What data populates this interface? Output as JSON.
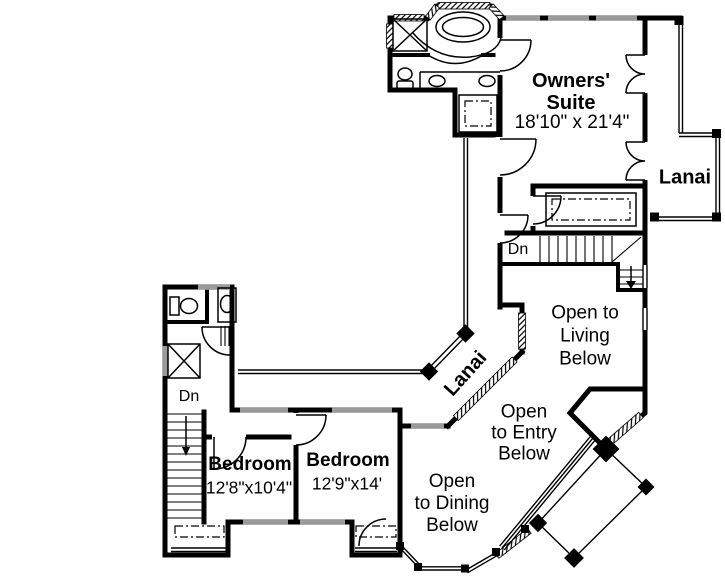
{
  "colors": {
    "ink": "#000000",
    "paper": "#ffffff",
    "window": "#9a9a9a"
  },
  "labels": {
    "owners_suite_name": "Owners'\nSuite",
    "owners_suite_dims": "18'10\" x 21'4\"",
    "lanai_right": "Lanai",
    "lanai_diagonal": "Lanai",
    "stairs_upper_dn": "Dn",
    "stairs_lower_dn": "Dn",
    "open_living": "Open to\nLiving\nBelow",
    "open_entry": "Open\nto Entry\nBelow",
    "open_dining": "Open\nto Dining\nBelow",
    "bedroom_left_name": "Bedroom",
    "bedroom_left_dims": "12'8\"x10'4\"",
    "bedroom_right_name": "Bedroom",
    "bedroom_right_dims": "12'9\"x14'"
  }
}
